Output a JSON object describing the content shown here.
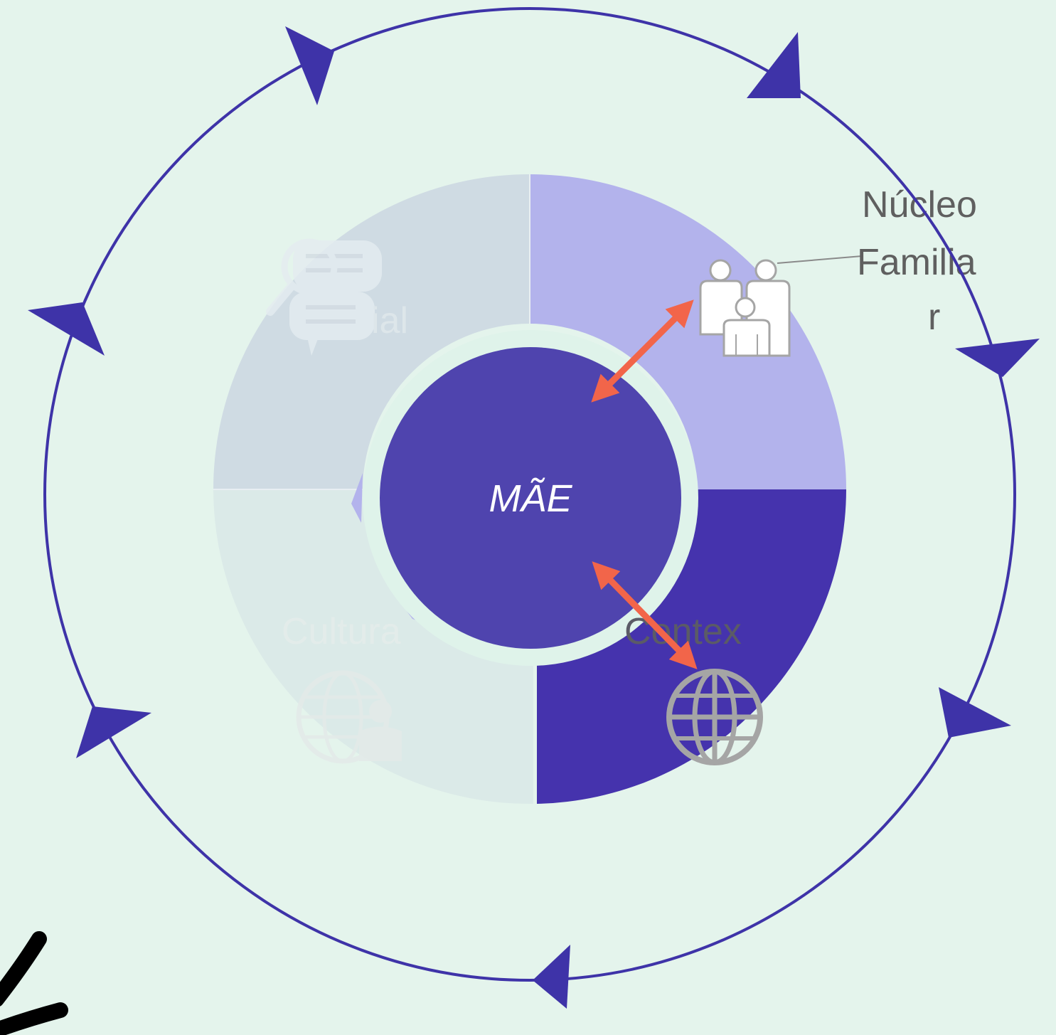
{
  "center": {
    "label": "MÃE"
  },
  "segments": [
    {
      "id": "social",
      "label": "ial",
      "icon": "chat-search-icon",
      "color": "#cfdbe3",
      "text_color": "#dde6ea"
    },
    {
      "id": "nucleo",
      "label_lines": [
        "Núcleo",
        "Familia",
        "r"
      ],
      "icon": "family-icon",
      "color": "#b3b3ec",
      "text_color": "#5f5f5f"
    },
    {
      "id": "contexto",
      "label": "Contex",
      "icon": "globe-icon",
      "color": "#4533ad",
      "text_color": "#5b5b66"
    },
    {
      "id": "cultura",
      "label": "Cultura",
      "icon": "globe-person-icon",
      "color": "#dbeae8",
      "text_color": "#e3ecea"
    }
  ],
  "colors": {
    "background": "#e4f4ec",
    "orbit": "#3e33a8",
    "center_fill": "#4f44ae",
    "arrow": "#f2654a",
    "icon_gray": "#a5a5a5"
  }
}
